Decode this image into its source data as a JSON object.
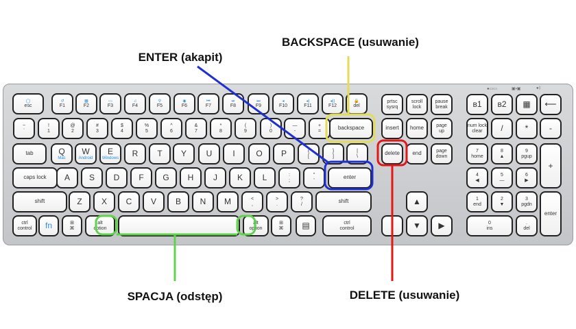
{
  "annotations": {
    "enter": "ENTER (akapit)",
    "backspace": "BACKSPACE (usuwanie)",
    "delete": "DELETE (usuwanie)",
    "space": "SPACJA (odstęp)"
  },
  "colors": {
    "enter": "#1f2fd0",
    "backspace": "#e3dc5a",
    "delete": "#e01818",
    "space": "#5fd44a"
  },
  "keys": [
    {
      "t": "◯",
      "b": "esc",
      "icon": true
    },
    {
      "t": "↺",
      "b": "F1",
      "icon": true
    },
    {
      "t": "▦",
      "b": "F2",
      "icon": true
    },
    {
      "t": "▭",
      "b": "F3",
      "icon": true
    },
    {
      "t": "♫",
      "b": "F4",
      "icon": true
    },
    {
      "t": "⚲",
      "b": "F5",
      "icon": true
    },
    {
      "t": "◉",
      "b": "F6",
      "icon": true
    },
    {
      "t": "⏮",
      "b": "F7",
      "icon": true
    },
    {
      "t": "⏯",
      "b": "F8",
      "icon": true
    },
    {
      "t": "⏭",
      "b": "F9",
      "icon": true
    },
    {
      "t": "◂",
      "b": "F10",
      "icon": true
    },
    {
      "t": "◂)",
      "b": "F11",
      "icon": true
    },
    {
      "t": "◂))",
      "b": "F12",
      "icon": true
    },
    {
      "t": "🔒",
      "b": "del",
      "icon": true
    },
    {
      "t": "~",
      "b": "`"
    },
    {
      "t": "!",
      "b": "1"
    },
    {
      "t": "@",
      "b": "2"
    },
    {
      "t": "#",
      "b": "3"
    },
    {
      "t": "$",
      "b": "4"
    },
    {
      "t": "%",
      "b": "5"
    },
    {
      "t": "^",
      "b": "6"
    },
    {
      "t": "&",
      "b": "7"
    },
    {
      "t": "*",
      "b": "8"
    },
    {
      "t": "(",
      "b": "9"
    },
    {
      "t": ")",
      "b": "0"
    },
    {
      "t": "—",
      "b": "-"
    },
    {
      "t": "+",
      "b": "="
    },
    {
      "m": "backspace"
    },
    {
      "m": "tab"
    },
    {
      "m": "Q",
      "blue": "Mac"
    },
    {
      "m": "W",
      "blue": "Android"
    },
    {
      "m": "E",
      "blue": "Windows"
    },
    {
      "m": "R"
    },
    {
      "m": "T"
    },
    {
      "m": "Y"
    },
    {
      "m": "U"
    },
    {
      "m": "I"
    },
    {
      "m": "O"
    },
    {
      "m": "P"
    },
    {
      "t": "{",
      "b": "["
    },
    {
      "t": "}",
      "b": "]"
    },
    {
      "t": "|",
      "b": "\\"
    },
    {
      "m": "caps lock"
    },
    {
      "m": "A"
    },
    {
      "m": "S"
    },
    {
      "m": "D"
    },
    {
      "m": "F"
    },
    {
      "m": "G"
    },
    {
      "m": "H"
    },
    {
      "m": "J"
    },
    {
      "m": "K"
    },
    {
      "m": "L"
    },
    {
      "t": ":",
      "b": ";"
    },
    {
      "t": "\"",
      "b": "'"
    },
    {
      "m": "enter"
    },
    {
      "m": "shift"
    },
    {
      "m": "Z"
    },
    {
      "m": "X"
    },
    {
      "m": "C"
    },
    {
      "m": "V"
    },
    {
      "m": "B"
    },
    {
      "m": "N"
    },
    {
      "m": "M"
    },
    {
      "t": "<",
      "b": ","
    },
    {
      "t": ">",
      "b": "."
    },
    {
      "t": "?",
      "b": "/"
    },
    {
      "m": "shift"
    },
    {
      "t": "ctrl",
      "b": "control"
    },
    {
      "m": "fn",
      "blueMain": true
    },
    {
      "t": "⊞",
      "b": "⌘"
    },
    {
      "t": "alt",
      "b": "option"
    },
    {
      "m": ""
    },
    {
      "t": "alt",
      "b": "option"
    },
    {
      "t": "⊞",
      "b": "⌘"
    },
    {
      "m": "▤"
    },
    {
      "t": "ctrl",
      "b": "control"
    },
    {
      "t": "prtsc",
      "b": "sysrq"
    },
    {
      "t": "scroll",
      "b": "lock"
    },
    {
      "t": "pause",
      "b": "break"
    },
    {
      "m": "insert"
    },
    {
      "m": "home"
    },
    {
      "t": "page",
      "b": "up"
    },
    {
      "m": "delete"
    },
    {
      "m": "end"
    },
    {
      "t": "page",
      "b": "down"
    },
    {
      "m": "▲"
    },
    {
      "m": ""
    },
    {
      "m": "▼"
    },
    {
      "m": "▶"
    },
    {
      "m": "ʙ1"
    },
    {
      "m": "ʙ2"
    },
    {
      "m": "▦"
    },
    {
      "m": "⟵"
    },
    {
      "t": "num lock",
      "b": "clear"
    },
    {
      "m": "/"
    },
    {
      "m": "*"
    },
    {
      "m": "-"
    },
    {
      "t": "7",
      "b": "home"
    },
    {
      "t": "8",
      "b": "▲"
    },
    {
      "t": "9",
      "b": "pgup"
    },
    {
      "m": "+"
    },
    {
      "t": "4",
      "b": "◀"
    },
    {
      "t": "5",
      "b": "—"
    },
    {
      "t": "6",
      "b": "▶"
    },
    {
      "t": "1",
      "b": "end"
    },
    {
      "t": "2",
      "b": "▼"
    },
    {
      "t": "3",
      "b": "pgdn"
    },
    {
      "m": "enter"
    },
    {
      "t": "0",
      "b": "ins"
    },
    {
      "t": ".",
      "b": "del"
    }
  ],
  "indicators": [
    "●▭▭",
    "▣▪▣",
    "●ᛒ"
  ]
}
